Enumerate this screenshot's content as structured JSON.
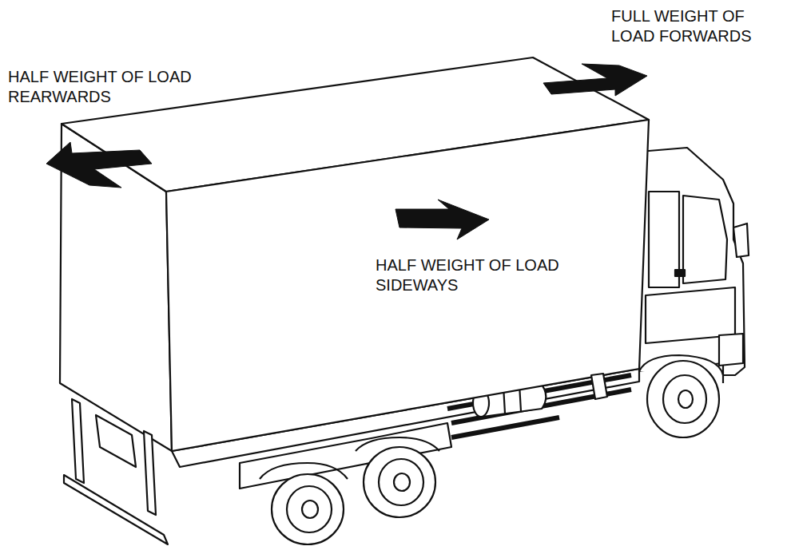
{
  "diagram": {
    "labels": [
      "HALF WEIGHT OF LOAD REARWARDS",
      "FULL WEIGHT OF LOAD FORWARDS",
      "HALF WEIGHT OF LOAD SIDEWAYS"
    ]
  }
}
